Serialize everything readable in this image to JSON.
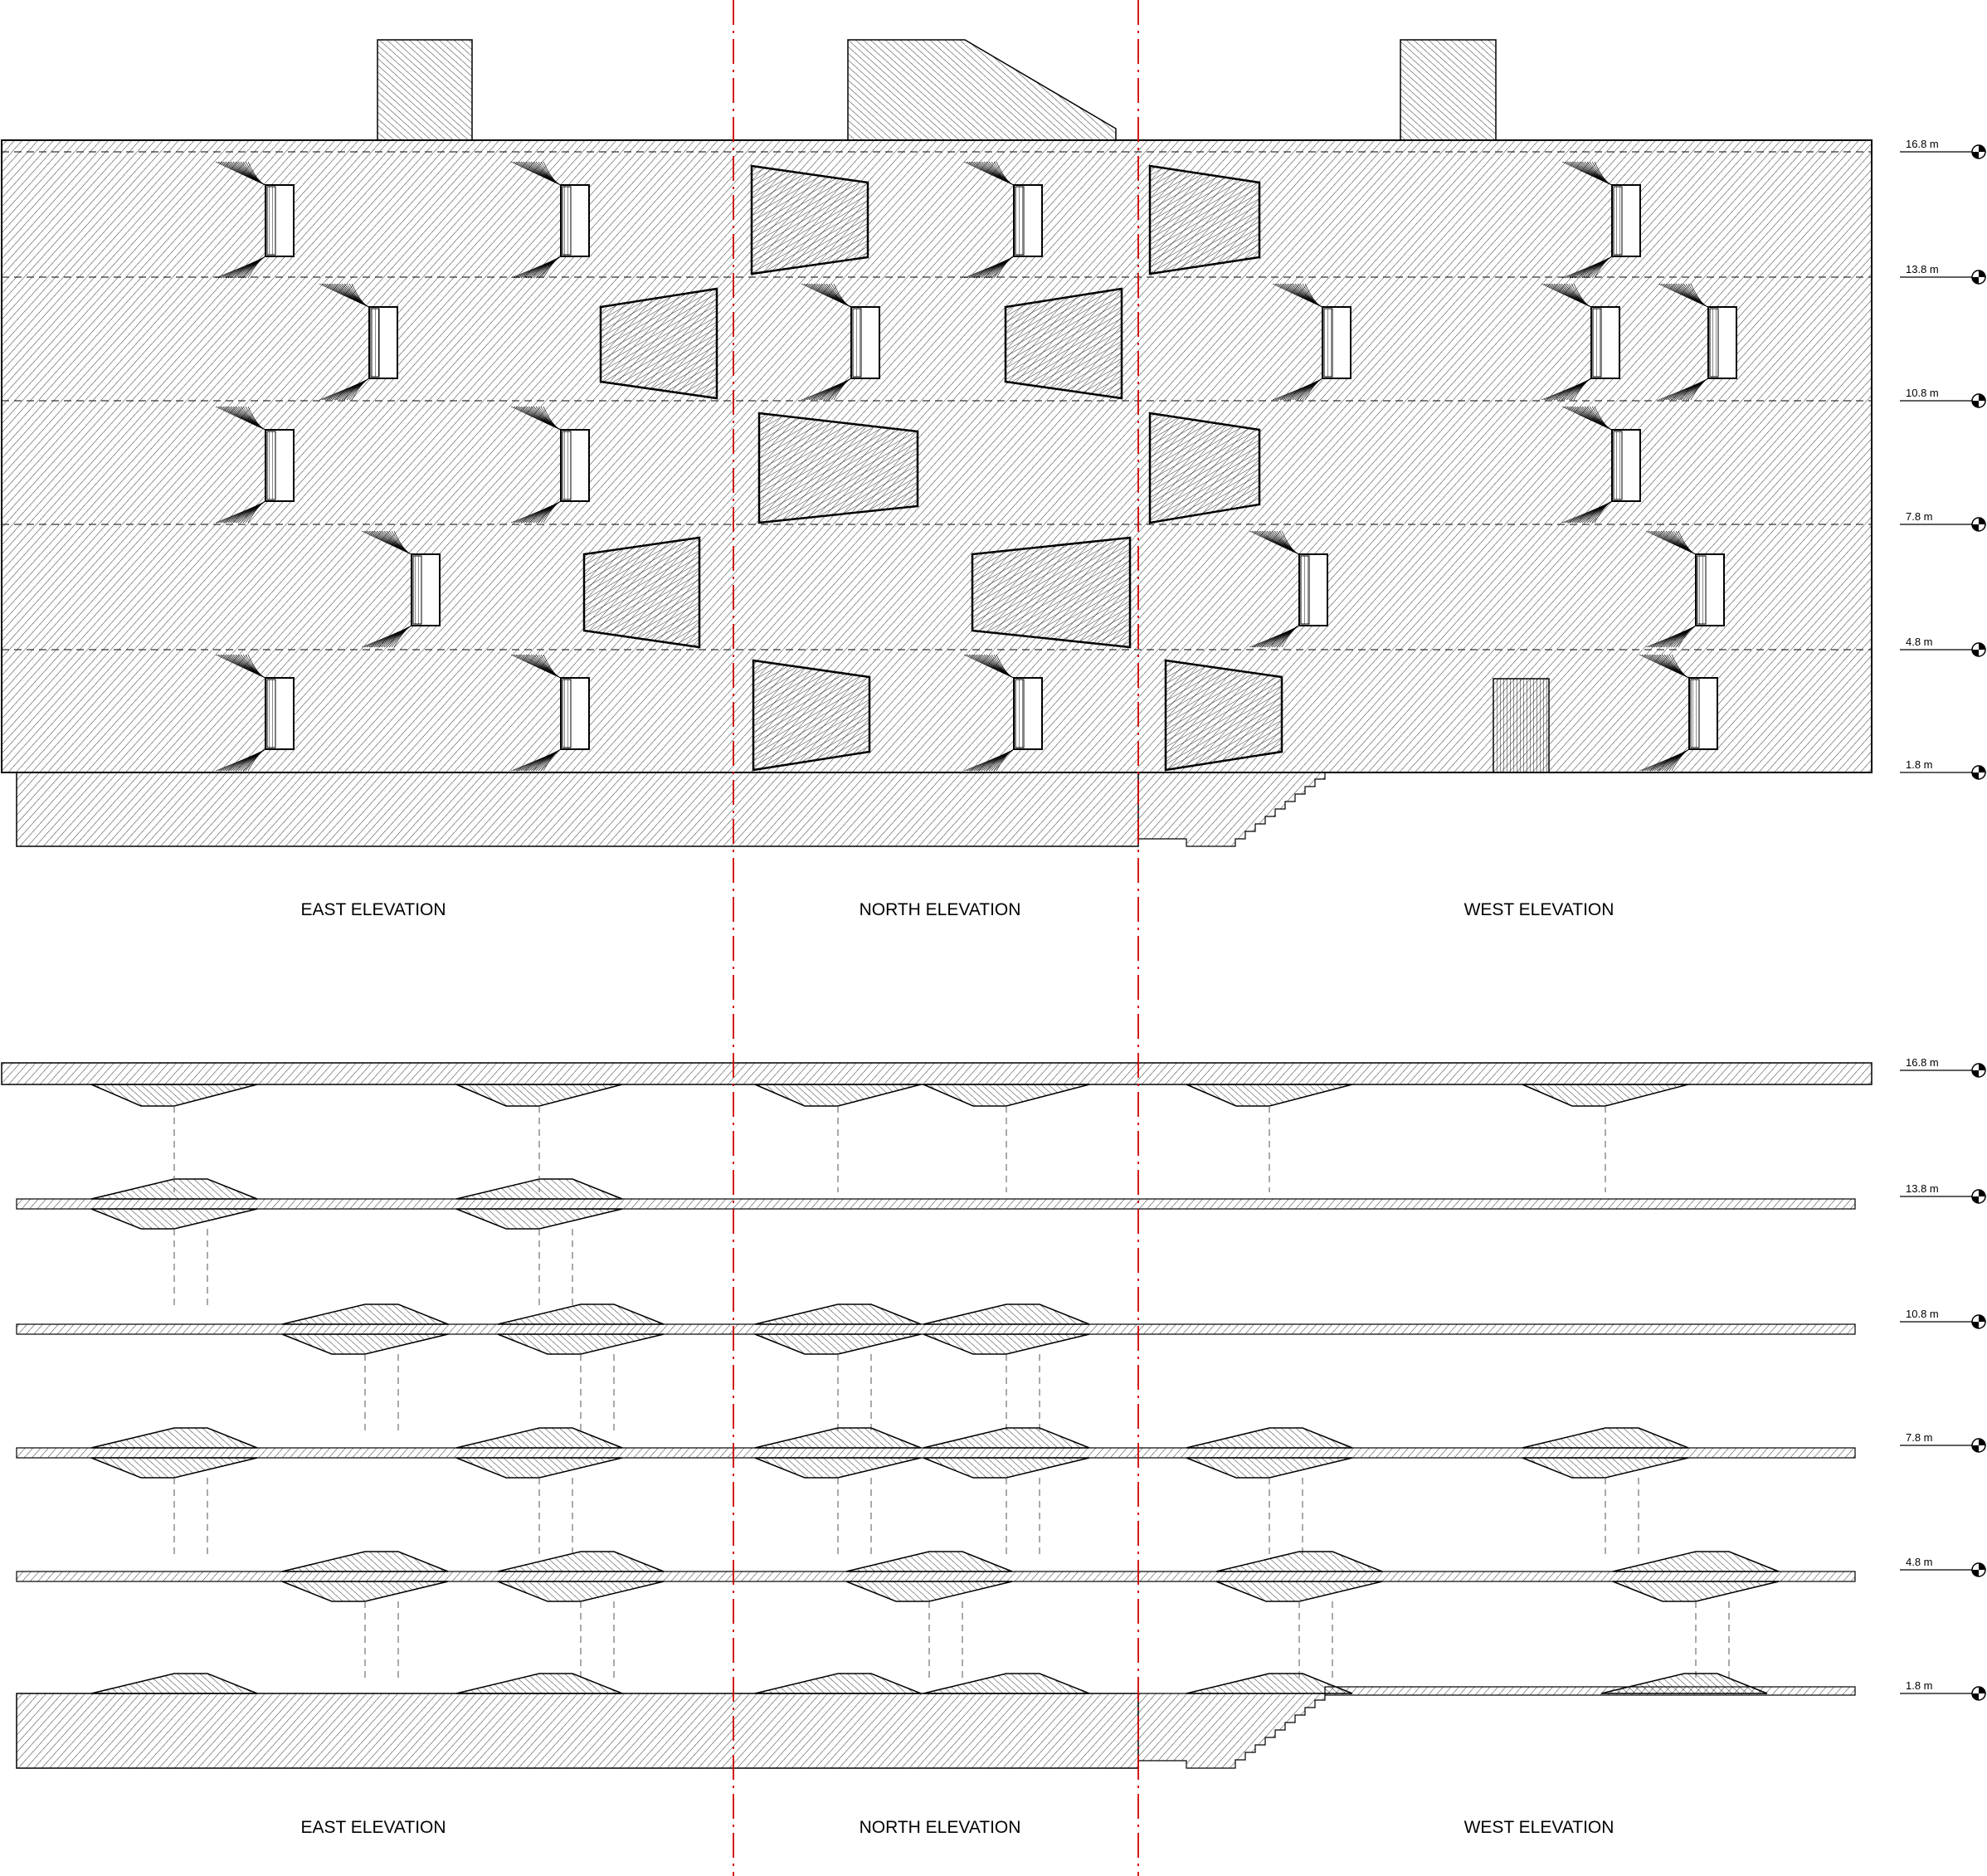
{
  "drawing": {
    "colors": {
      "line": "#000000",
      "section_line": "#d00000",
      "background": "#ffffff"
    },
    "upper_view": {
      "labels": [
        "EAST ELEVATION",
        "NORTH ELEVATION",
        "WEST ELEVATION"
      ],
      "levels": [
        "16.8 m",
        "13.8 m",
        "10.8 m",
        "7.8 m",
        "4.8 m",
        "1.8 m"
      ]
    },
    "lower_view": {
      "labels": [
        "EAST ELEVATION",
        "NORTH ELEVATION",
        "WEST ELEVATION"
      ],
      "levels": [
        "16.8 m",
        "13.8 m",
        "10.8 m",
        "7.8 m",
        "4.8 m",
        "1.8 m"
      ]
    }
  }
}
